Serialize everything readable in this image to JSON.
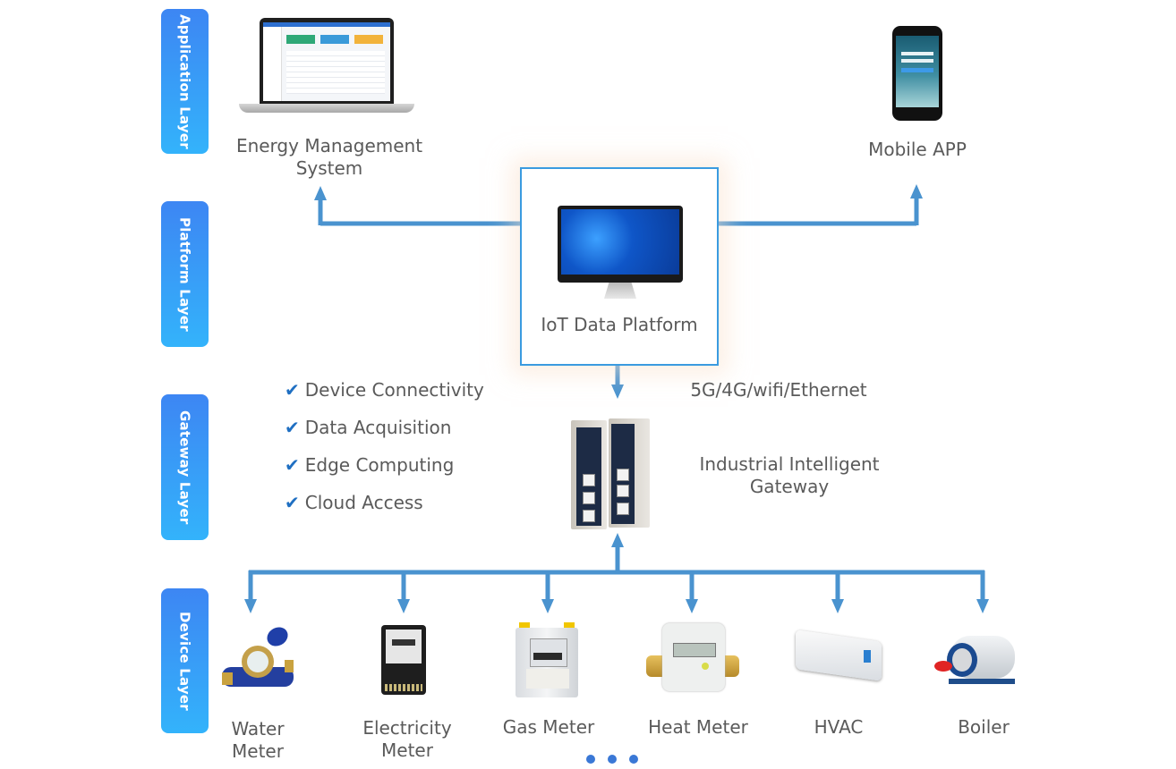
{
  "layers": [
    {
      "label": "Application  Layer"
    },
    {
      "label": "Platform Layer"
    },
    {
      "label": "Gateway Layer"
    },
    {
      "label": "Device Layer"
    }
  ],
  "application": {
    "ems_line1": "Energy Management",
    "ems_line2": "System",
    "mobile": "Mobile APP"
  },
  "platform": {
    "label": "IoT Data Platform"
  },
  "gateway": {
    "network": "5G/4G/wifi/Ethernet",
    "name_line1": "Industrial Intelligent",
    "name_line2": "Gateway",
    "check_glyph": "✔",
    "features": [
      "Device Connectivity",
      "Data Acquisition",
      "Edge Computing",
      "Cloud Access"
    ]
  },
  "devices": [
    {
      "line1": "Water",
      "line2": "Meter"
    },
    {
      "line1": "Electricity",
      "line2": "Meter"
    },
    {
      "line1": "Gas Meter",
      "line2": ""
    },
    {
      "line1": "Heat Meter",
      "line2": ""
    },
    {
      "line1": "HVAC",
      "line2": ""
    },
    {
      "line1": "Boiler",
      "line2": ""
    }
  ],
  "colors": {
    "connector": "#4a93cf",
    "tab_top": "#3d86f3",
    "tab_bottom": "#33b3fb",
    "platform_border": "#3a9be0",
    "check": "#1f6fc2"
  }
}
